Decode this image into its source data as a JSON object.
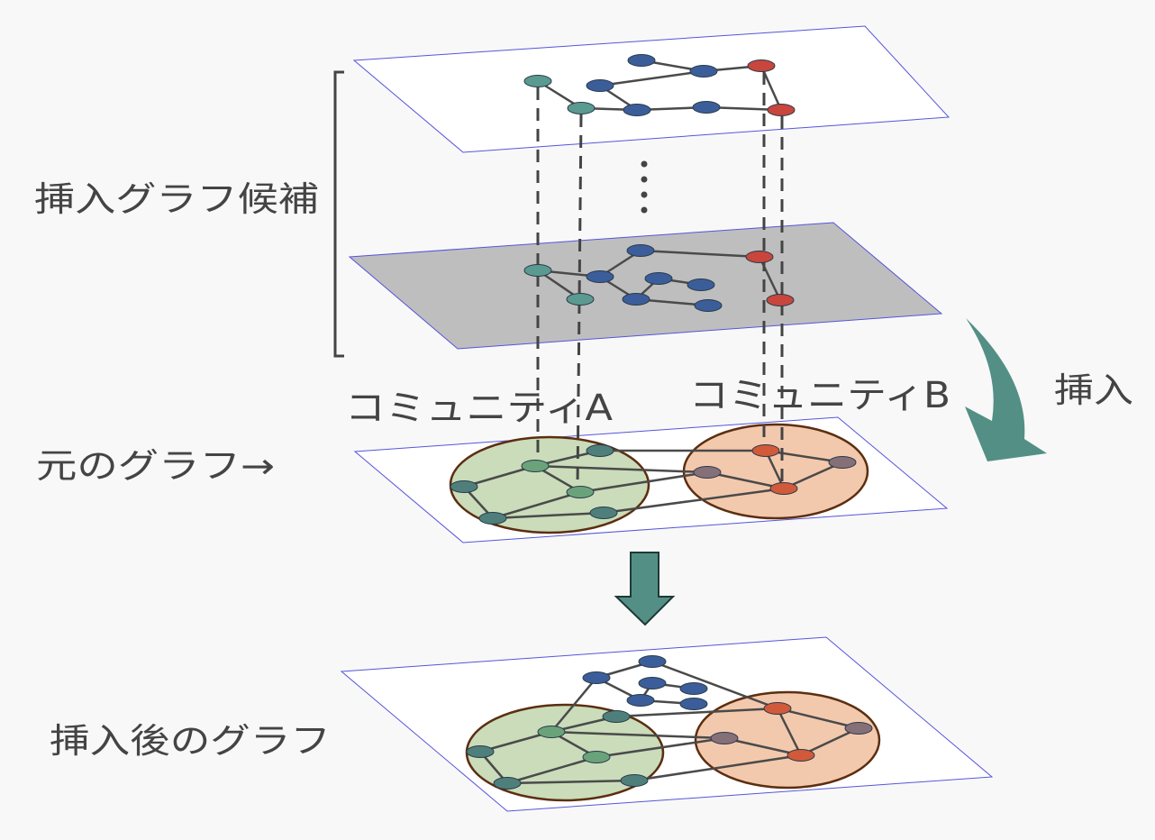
{
  "labels": {
    "candidates": "挿入グラフ候補",
    "community_a": "コミュニティA",
    "community_b": "コミュニティB",
    "insert": "挿入",
    "original_graph": "元のグラフ→",
    "after_insert": "挿入後のグラフ"
  },
  "colors": {
    "background": "#f8f8f8",
    "plane_border": "#5555dd",
    "candidate_plane_selected": "#bebebe",
    "node_blue": "#3b5e9a",
    "node_teal": "#5a9a90",
    "node_red": "#c8463c",
    "node_green": "#6aa37a",
    "node_dark_teal": "#4f7f7a",
    "node_orange": "#d05a3a",
    "node_mauve": "#857078",
    "community_a_fill": "#cadcba",
    "community_b_fill": "#f3c9ad",
    "community_border": "#5c2e10",
    "arrow": "#548f86",
    "edge": "#4a4a4a",
    "text": "#444444"
  }
}
